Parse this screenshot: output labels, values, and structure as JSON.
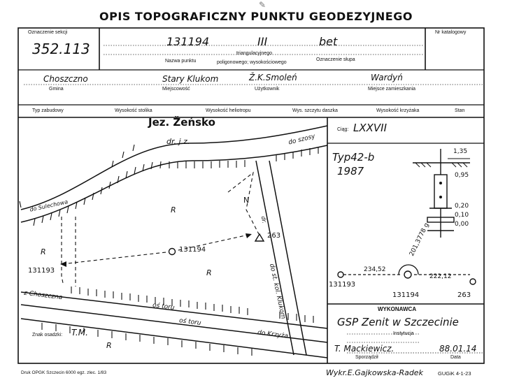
{
  "form": {
    "title": "OPIS TOPOGRAFICZNY PUNKTU GEODEZYJNEGO",
    "labels": {
      "sheet_id": "Oznaczenie sekcji",
      "catalog_no": "Nr katalogowy",
      "point_name": "Nazwa punktu",
      "triangulacyjnego": "triangulacyjnego",
      "poligonowego": "poligonowego; wysokościowego",
      "pillar_mark": "Oznaczenie słupa",
      "gmina": "Gmina",
      "miejscowosc": "Miejscowość",
      "uzytkownik": "Użytkownik",
      "miejsce": "Miejsce zamieszkania",
      "typ_zabudowy": "Typ zabudowy",
      "wys_stolika": "Wysokość stolika",
      "wys_heliotropu": "Wysokość heliotropu",
      "wys_daszka": "Wys. szczytu daszka",
      "wys_krzyzaka": "Wysokość krzyżaka",
      "stan": "Stan",
      "ciag": "Ciąg:",
      "wykonawca": "WYKONAWCA",
      "instytucja": "Instytucja",
      "sporzadzil": "Sporządził",
      "data": "Data",
      "znak_osadzki": "Znak osadzki:"
    },
    "values": {
      "sheet_id": "352.113",
      "point_number": "131194",
      "point_class": "III",
      "pillar_mark": "bet",
      "gmina": "Choszczno",
      "miejscowosc": "Stary Klukom",
      "uzytkownik": "Ž.K.Smoleń",
      "miejsce": "Wardyń",
      "ciag": "LXXVII",
      "typ": "Typ42-b",
      "year": "1987",
      "wykonawca": "GSP Zenit w Szczecinie",
      "sporzadzil": "T. Mackiewicz.",
      "data": "88.01.14",
      "znak_osadzki": "T.M."
    },
    "footer": {
      "print": "Druk OPGK Szczecin 6000 egz. zlec. 1/83",
      "author": "Wykr.E.Gajkowska-Radek",
      "code": "GUGiK 4-1-23"
    }
  },
  "map": {
    "lake": "Jez. Žeńsko",
    "road_top": "dr. j.z.",
    "road_szosy": "do szosy",
    "sulechowa": "do Sulechowa",
    "north": "N",
    "field_r": "R",
    "point_main": "131194",
    "point_left": "131193",
    "point_263": "263",
    "choszczna": "z Choszczna",
    "os_toru_1": "oś toru",
    "os_toru_2": "oś toru",
    "krzyza": "do Krzyża",
    "kol_klukom": "do st. kol. Klukom",
    "kol_label": "dr."
  },
  "profile": {
    "d_135": "1,35",
    "d_095": "0,95",
    "d_020": "0,20",
    "d_010": "0,10",
    "d_000": "0,00"
  },
  "traverse": {
    "left_point": "131193",
    "mid_point": "131194",
    "right_point": "263",
    "dist_left": "234,52",
    "dist_right": "222,12",
    "angle": "201,3778 g"
  }
}
